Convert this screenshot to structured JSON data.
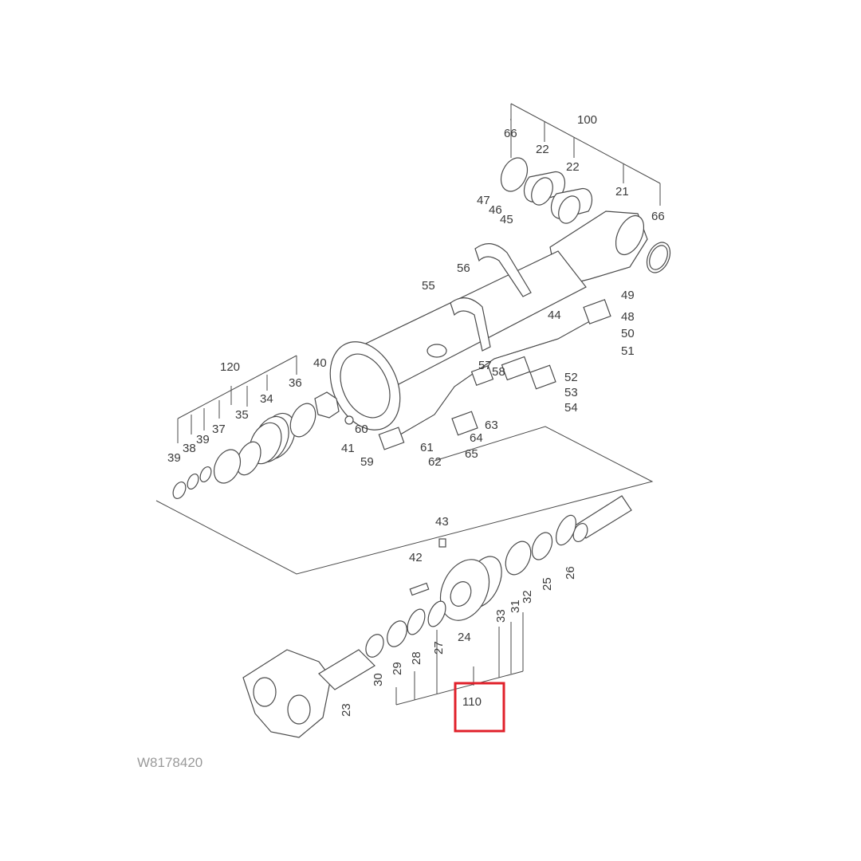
{
  "drawing_code": "W8178420",
  "highlight": {
    "label": "110",
    "color": "#e0202a"
  },
  "labels": {
    "l100": "100",
    "l66a": "66",
    "l22a": "22",
    "l22b": "22",
    "l21": "21",
    "l66b": "66",
    "l47": "47",
    "l46": "46",
    "l45": "45",
    "l56": "56",
    "l55": "55",
    "l44": "44",
    "l49": "49",
    "l48": "48",
    "l50": "50",
    "l51": "51",
    "l52": "52",
    "l53": "53",
    "l54": "54",
    "l57": "57",
    "l58": "58",
    "l63": "63",
    "l64": "64",
    "l65": "65",
    "l60": "60",
    "l61": "61",
    "l62": "62",
    "l59": "59",
    "l41": "41",
    "l40": "40",
    "l120": "120",
    "l36": "36",
    "l34": "34",
    "l35": "35",
    "l37": "37",
    "l39a": "39",
    "l38": "38",
    "l39b": "39",
    "l43": "43",
    "l42": "42",
    "l24": "24",
    "l33": "33",
    "l31": "31",
    "l32": "32",
    "l25": "25",
    "l26": "26",
    "l27": "27",
    "l28": "28",
    "l29": "29",
    "l30": "30",
    "l23": "23",
    "l110": "110"
  }
}
